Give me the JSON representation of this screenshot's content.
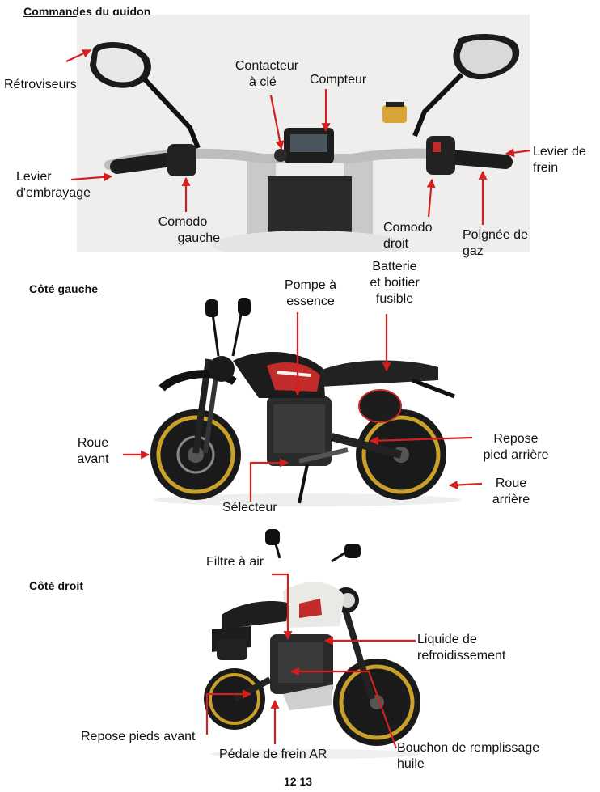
{
  "headings": {
    "handlebar": "Commandes du guidon",
    "left_side": "Côté gauche",
    "right_side": "Côté droit"
  },
  "handlebar_labels": {
    "mirrors": "Rétroviseurs",
    "key_switch_1": "Contacteur",
    "key_switch_2": "à clé",
    "speedometer": "Compteur",
    "clutch_lever_1": "Levier",
    "clutch_lever_2": "d'embrayage",
    "left_switch_1": "Comodo",
    "left_switch_2": "gauche",
    "right_switch_1": "Comodo",
    "right_switch_2": "droit",
    "throttle_1": "Poignée de",
    "throttle_2": "gaz",
    "brake_lever_1": "Levier de",
    "brake_lever_2": "frein"
  },
  "left_labels": {
    "fuel_pump_1": "Pompe à",
    "fuel_pump_2": "essence",
    "battery_1": "Batterie",
    "battery_2": "et boitier",
    "battery_3": "fusible",
    "front_wheel_1": "Roue",
    "front_wheel_2": "avant",
    "rear_footrest_1": "Repose",
    "rear_footrest_2": "pied arrière",
    "rear_wheel_1": "Roue",
    "rear_wheel_2": "arrière",
    "selector": "Sélecteur"
  },
  "right_labels": {
    "air_filter": "Filtre à air",
    "coolant_1": "Liquide de",
    "coolant_2": "refroidissement",
    "front_footrests": "Repose pieds avant",
    "rear_brake_pedal": "Pédale de frein AR",
    "oil_cap_1": "Bouchon de remplissage",
    "oil_cap_2": "huile"
  },
  "page_number": "12 13",
  "colors": {
    "arrow": "#d41f1f",
    "rim_gold": "#c8a02a",
    "tank_red": "#c32a2a",
    "bike_black": "#1c1c1c",
    "bike_white": "#e9e9e6",
    "photo_bg": "#f0efed"
  }
}
